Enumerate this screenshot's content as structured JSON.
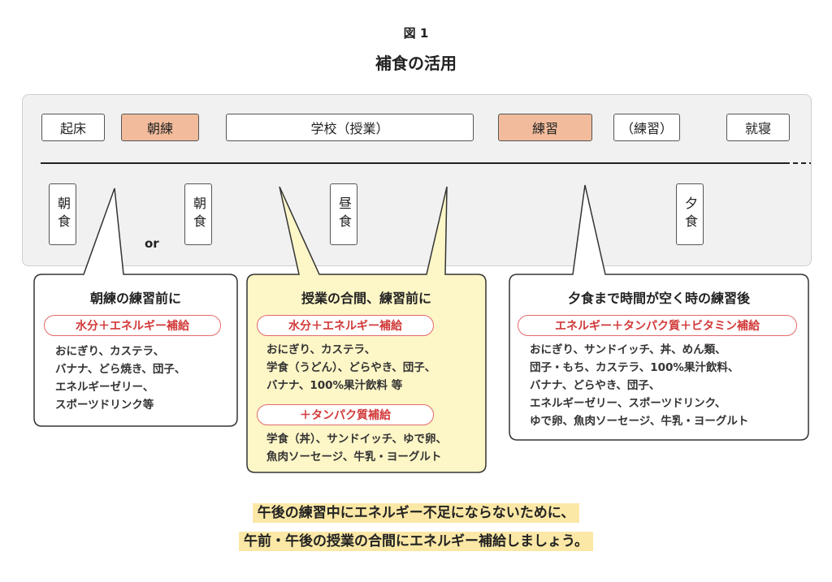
{
  "figure_label": "図 1",
  "title": "補食の活用",
  "timeline": {
    "items": [
      {
        "label": "起床",
        "highlight": false
      },
      {
        "label": "朝練",
        "highlight": true
      },
      {
        "label": "学校（授業）",
        "highlight": false
      },
      {
        "label": "練習",
        "highlight": true
      },
      {
        "label": "（練習）",
        "highlight": false
      },
      {
        "label": "就寝",
        "highlight": false
      }
    ],
    "meals": [
      "朝食",
      "朝食",
      "昼食",
      "夕食"
    ],
    "or_label": "or"
  },
  "callouts": [
    {
      "title": "朝練の練習前に",
      "tags": [
        {
          "label": "水分＋エネルギー補給",
          "foods": [
            "おにぎり、カステラ、",
            "バナナ、どら焼き、団子、",
            "エネルギーゼリー、",
            "スポーツドリンク等"
          ]
        }
      ],
      "fill": "#ffffff"
    },
    {
      "title": "授業の合間、練習前に",
      "tags": [
        {
          "label": "水分＋エネルギー補給",
          "foods": [
            "おにぎり、カステラ、",
            "学食（うどん）、どらやき、団子、",
            "バナナ、100%果汁飲料 等"
          ]
        },
        {
          "label": "＋タンパク質補給",
          "foods": [
            "学食（丼）、サンドイッチ、ゆで卵、",
            "魚肉ソーセージ、牛乳・ヨーグルト"
          ]
        }
      ],
      "fill": "#fdf6c7"
    },
    {
      "title": "夕食まで時間が空く時の練習後",
      "tags": [
        {
          "label": "エネルギー＋タンパク質＋ビタミン補給",
          "foods": [
            "おにぎり、サンドイッチ、丼、めん類、",
            "団子・もち、カステラ、100%果汁飲料、",
            "バナナ、どらやき、団子、",
            "エネルギーゼリー、スポーツドリンク、",
            "ゆで卵、魚肉ソーセージ、牛乳・ヨーグルト"
          ]
        }
      ],
      "fill": "#ffffff"
    }
  ],
  "notes": [
    "午後の練習中にエネルギー不足にならないために、",
    "午前・午後の授業の合間にエネルギー補給しましょう。"
  ],
  "colors": {
    "highlight": "#f2bc9c",
    "tag_border": "#e36a6a",
    "tag_text": "#d23a3a",
    "callout_yellow": "#fdf6c7",
    "note_bg": "#fbe8a6",
    "panel_bg": "#f1f1f1"
  }
}
